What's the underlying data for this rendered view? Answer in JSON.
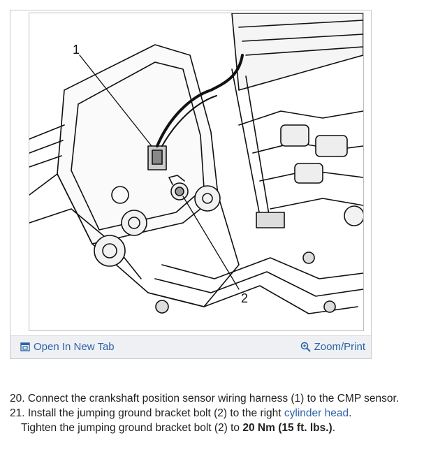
{
  "figure": {
    "callouts": [
      "1",
      "2"
    ],
    "toolbar": {
      "open_label": "Open In New Tab",
      "open_icon": "open-new-tab-icon",
      "zoom_label": "Zoom/Print",
      "zoom_icon": "magnifier-icon"
    }
  },
  "steps": [
    {
      "number": "20.",
      "text": "Connect the crankshaft position sensor wiring harness (1) to the CMP sensor."
    },
    {
      "number": "21.",
      "text_before": "Install the jumping ground bracket bolt (2) to the right",
      "link": "cylinder head",
      "text_after": ".",
      "sub_before": "Tighten the jumping ground bracket bolt (2) to",
      "sub_bold": "20 Nm (15 ft. lbs.)",
      "sub_after": "."
    }
  ],
  "colors": {
    "link": "#2d63a8",
    "toolbar_bg": "#eef0f3",
    "border": "#c9c9c9"
  }
}
